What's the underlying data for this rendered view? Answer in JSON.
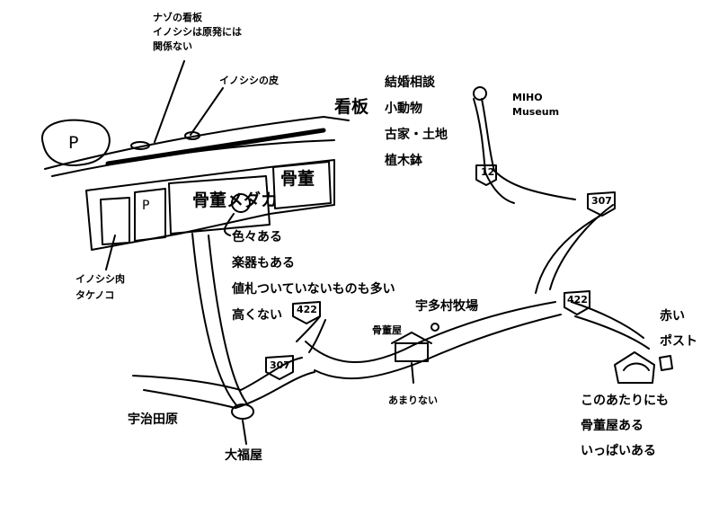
{
  "notes": {
    "mystery_sign": [
      "ナゾの看板",
      "イノシシは原発には",
      "関係ない"
    ],
    "boar_skin": "イノシシの皮",
    "signboard": "看板",
    "shop_services": [
      "結婚相談",
      "小動物",
      "古家・土地",
      "植木鉢"
    ],
    "museum": [
      "MIHO",
      "Museum"
    ],
    "parking_1": "P",
    "parking_2": "P",
    "antique_medaka": "骨董メダカ",
    "antique": "骨董",
    "antique_comments": [
      "色々ある",
      "楽器もある",
      "値札ついていないものも多い",
      "高くない"
    ],
    "boar_meat": [
      "イノシシ肉",
      "タケノコ"
    ],
    "uta_ranch": "宇多村牧場",
    "antique_shop": "骨董屋",
    "not_much": "あまりない",
    "red_post": [
      "赤い",
      "ポスト"
    ],
    "more_antiques": [
      "このあたりにも",
      "骨董屋ある",
      "いっぱいある"
    ],
    "ujitawara": "宇治田原",
    "daifuku_shop": "大福屋"
  },
  "routes": {
    "r12": "12",
    "r307_upper": "307",
    "r422_right": "422",
    "r422_left": "422",
    "r307_lower": "307"
  },
  "style": {
    "ink": "#000000",
    "paper": "#ffffff"
  }
}
